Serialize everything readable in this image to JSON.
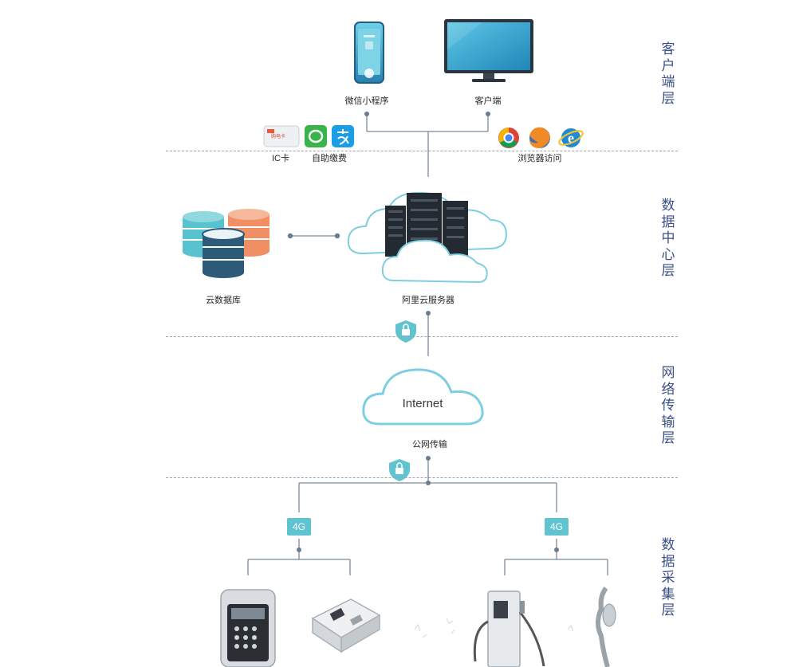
{
  "layers": {
    "client": "客户端层",
    "datacenter": "数据中心层",
    "network": "网络传输层",
    "collection": "数据采集层"
  },
  "nodes": {
    "mini_program": "微信小程序",
    "client_app": "客户端",
    "ic_card": "IC卡",
    "ic_card_face": "购电卡",
    "self_pay": "自助缴费",
    "browser": "浏览器访问",
    "cloud_db": "云数据库",
    "aliyun": "阿里云服务器",
    "internet": "Internet",
    "public_net": "公网传输",
    "net_4g_left": "4G",
    "net_4g_right": "4G"
  },
  "colors": {
    "teal": "#5fc4cf",
    "dark_blue": "#2d5a78",
    "salmon": "#f08e64",
    "layer_text": "#3b4f86"
  }
}
